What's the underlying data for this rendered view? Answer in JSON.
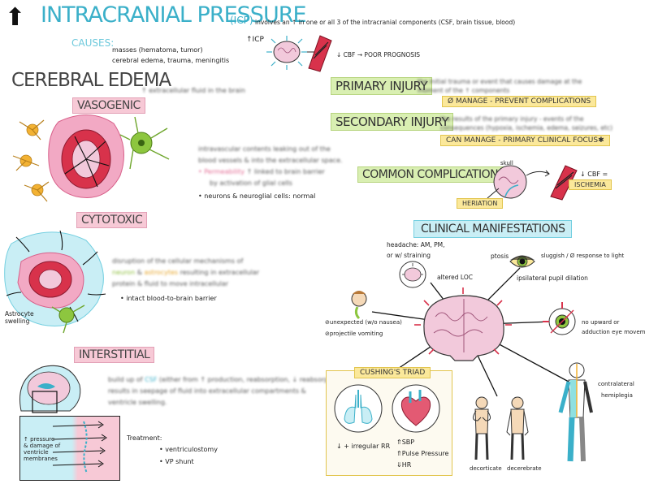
{
  "title": {
    "arrow": "⬆",
    "main": "INTRACRANIAL PRESSURE",
    "abbr": "(ICP)",
    "definition": "involves an ↑ in one or all 3 of the intracranial components (CSF, brain tissue, blood)"
  },
  "causes": {
    "label": "CAUSES:",
    "line1": "masses (hematoma, tumor)",
    "line2": "cerebral edema, trauma, meningitis"
  },
  "icp_flow": {
    "icp_label": "↑ICP",
    "cbf_label": "↓ CBF → POOR PROGNOSIS"
  },
  "cerebral_edema": {
    "heading": "CEREBRAL EDEMA",
    "note": "↑ extracellular fluid in the brain",
    "vasogenic": {
      "label": "VASOGENIC",
      "text1": "intravascular contents leaking out of the",
      "text2": "blood vessels & into the extracellular space.",
      "text3_a": "• Permeability",
      "text3_b": "↑ linked to brain barrier",
      "text4": "by activation of glial cells",
      "text5": "• neurons & neuroglial cells: normal"
    },
    "cytotoxic": {
      "label": "CYTOTOXIC",
      "text1": "disruption of the cellular mechanisms of",
      "text2_a": "neuron",
      "text2_b": "&",
      "text2_c": "astrocytes",
      "text2_d": "resulting in extracellular",
      "text3": "protein & fluid to move intracellular",
      "text4": "• intact blood-to-brain barrier",
      "astrocyte_label1": "Astrocyte",
      "astrocyte_label2": "swelling"
    },
    "interstitial": {
      "label": "INTERSTITIAL",
      "text1_a": "build up of",
      "text1_b": "CSF",
      "text1_c": "(either from ↑ production, reabsorption, ↓ reabsorption)",
      "text2": "results in seepage of fluid into extracellular compartments &",
      "text3": "ventricle swelling.",
      "inset1": "↑ pressure",
      "inset2": "& damage of",
      "inset3": "ventricle",
      "inset4": "membranes",
      "treatment_label": "Treatment:",
      "treatment1": "• ventriculostomy",
      "treatment2": "• VP shunt"
    }
  },
  "primary_injury": {
    "label": "PRIMARY INJURY",
    "desc1": "the initial trauma or event that causes damage at the",
    "desc2": "moment of the ↑ components",
    "manage": "Ø MANAGE - PREVENT COMPLICATIONS"
  },
  "secondary_injury": {
    "label": "SECONDARY INJURY",
    "desc1": "the results of the primary injury - events of the",
    "desc2": "consequences (hypoxia, ischemia, edema, seizures, etc)",
    "manage": "CAN MANAGE - PRIMARY CLINICAL FOCUS✱"
  },
  "complications": {
    "label": "COMMON COMPLICATIONS",
    "skull": "skull",
    "cbf": "↓ CBF =",
    "ischemia": "ISCHEMIA",
    "herniation": "HERIATION"
  },
  "clinical": {
    "label": "CLINICAL MANIFESTATIONS",
    "headache1": "headache: AM, PM,",
    "headache2": "or w/ straining",
    "altered_loc": "altered LOC",
    "ptosis": "ptosis",
    "pupil_response": "sluggish / Ø response to light",
    "pupil_dilation": "ipsilateral pupil dilation",
    "vomit1": "⊘unexpected (w/o nausea)",
    "vomit2": "⊘projectile vomiting",
    "eye1": "no upward or",
    "eye2": "adduction eye movement",
    "contra1": "contralateral",
    "contra2": "hemiplegia",
    "decorticate": "decorticate",
    "decerebrate": "decerebrate"
  },
  "cushings": {
    "label": "CUSHING'S TRIAD",
    "rr": "↓ + irregular RR",
    "sbp": "⇑SBP",
    "pulse": "⇑Pulse Pressure",
    "hr": "⇓HR"
  },
  "colors": {
    "cyan": "#3bb0c9",
    "pink": "#f7c9d6",
    "green": "#d9efb2",
    "yellow": "#fbe89a",
    "brain": "#f2c9db",
    "red": "#d8324b"
  }
}
